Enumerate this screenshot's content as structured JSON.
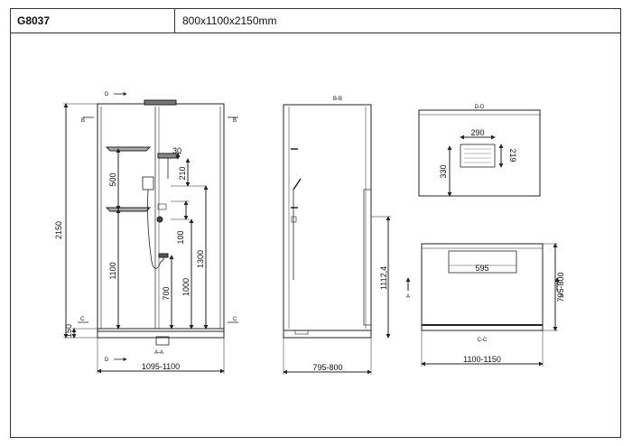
{
  "header": {
    "model": "G8037",
    "dimensions": "800x1100x2150mm"
  },
  "front_view": {
    "height": "2150",
    "tray_height": "150",
    "width": "1095-1100",
    "shelf_spacing": "500",
    "shelf_height": "1100",
    "shower_top_offset": "30",
    "shower_drop": "210",
    "mixer_offset": "100",
    "handset_height": "700",
    "mixer_height": "1000",
    "shower_height": "1300",
    "section_mark": "A-A"
  },
  "side_view": {
    "title": "B-B",
    "depth": "795-800",
    "door_height": "1112,4"
  },
  "top_view": {
    "title": "D-D",
    "head_width": "290",
    "head_depth": "219",
    "head_offset": "330"
  },
  "plan_view": {
    "title": "C-C",
    "depth": "795-800",
    "width": "1100-1150",
    "seat_width": "595"
  },
  "section_markers": {
    "a": "A",
    "b": "B",
    "c": "C",
    "d": "D"
  }
}
